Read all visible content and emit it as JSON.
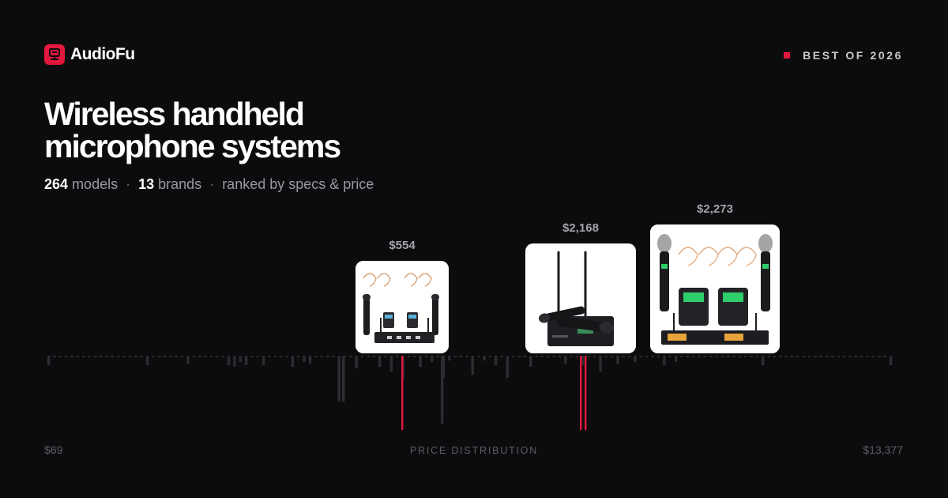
{
  "brand": {
    "name": "AudioFu",
    "logo_icon": "audiofu-logo-icon",
    "accent": "#e2183d"
  },
  "badge": {
    "label": "BEST OF 2026"
  },
  "title": {
    "line1": "Wireless handheld",
    "line2": "microphone systems"
  },
  "stats": {
    "models_count": "264",
    "models_label": "models",
    "brands_count": "13",
    "brands_label": "brands",
    "ranking": "ranked by specs & price",
    "separator": "·"
  },
  "featured": [
    {
      "price": "$554",
      "image": "two-handheld-two-headset-system-photo"
    },
    {
      "price": "$2,168",
      "image": "dual-handheld-receiver-system-photo"
    },
    {
      "price": "$2,273",
      "image": "mipro-handheld-bodypack-system-photo"
    }
  ],
  "distribution": {
    "label": "PRICE DISTRIBUTION",
    "min": "$69",
    "max": "$13,377",
    "bar_color": "#2d2d31",
    "highlight_color": "#e2183d"
  }
}
